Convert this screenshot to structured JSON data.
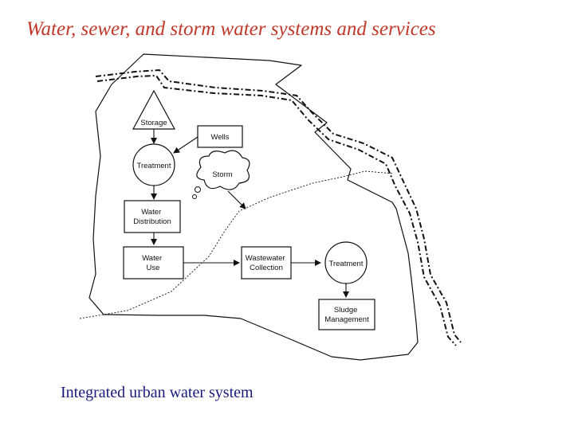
{
  "slide": {
    "title": "Water, sewer, and storm water systems and services",
    "title_color": "#c0392b",
    "caption": "Integrated urban water system",
    "caption_color": "#1a1a7e"
  },
  "diagram": {
    "nodes": {
      "storage": "Storage",
      "wells": "Wells",
      "treatment_water": "Treatment",
      "storm": "Storm",
      "water_distribution": [
        "Water",
        "Distribution"
      ],
      "water_use": [
        "Water",
        "Use"
      ],
      "wastewater_collection": [
        "Wastewater",
        "Collection"
      ],
      "treatment_wastewater": "Treatment",
      "sludge_management": [
        "Sludge",
        "Management"
      ]
    }
  }
}
